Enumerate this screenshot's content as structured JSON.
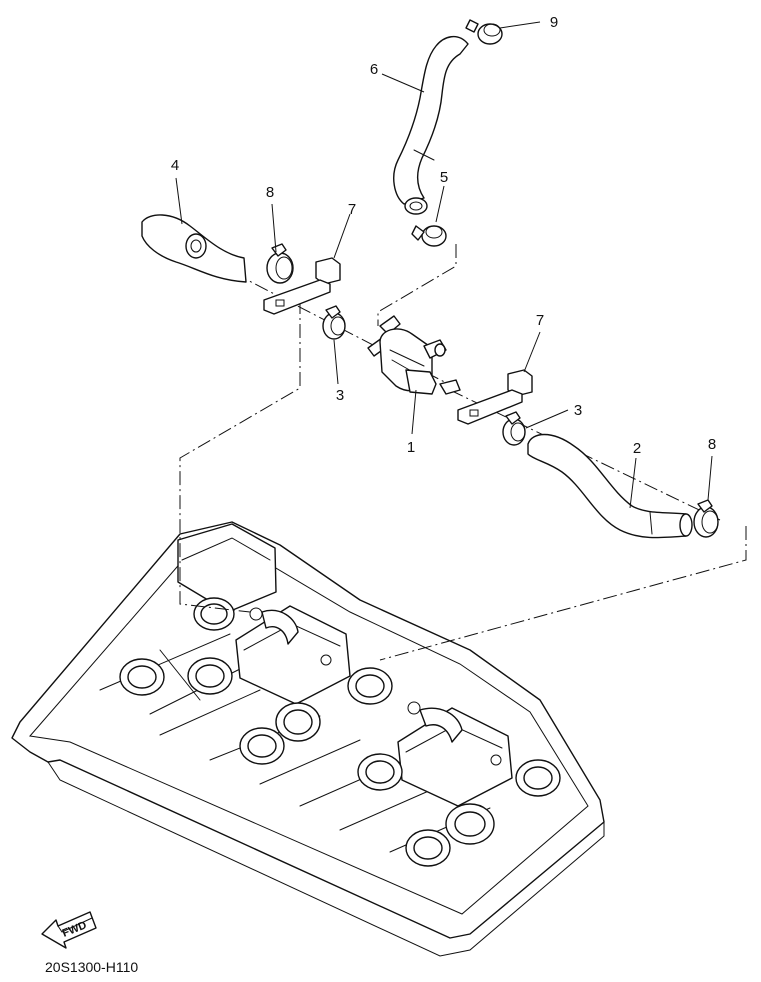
{
  "diagram_code": "20S1300-H110",
  "fwd_label": "FWD",
  "callouts": {
    "c1": "1",
    "c2": "2",
    "c3a": "3",
    "c3b": "3",
    "c4": "4",
    "c5": "5",
    "c6": "6",
    "c7a": "7",
    "c7b": "7",
    "c8a": "8",
    "c8b": "8",
    "c9": "9"
  }
}
